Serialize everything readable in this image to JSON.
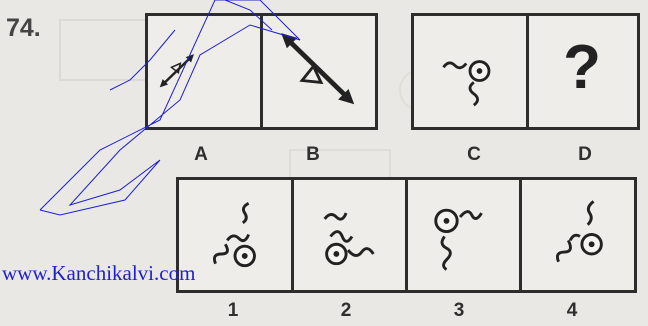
{
  "question_number": "74.",
  "question_figures": [
    {
      "label": "A",
      "description": "double-headed arrow with triangle pointing up-right"
    },
    {
      "label": "B",
      "description": "double-headed arrow with triangle pointing down-right"
    },
    {
      "label": "C",
      "description": "wavy line with circled dot"
    },
    {
      "label": "D",
      "description": "unknown figure"
    }
  ],
  "missing_figure": "?",
  "answer_options": [
    {
      "label": "1"
    },
    {
      "label": "2"
    },
    {
      "label": "3"
    },
    {
      "label": "4"
    }
  ],
  "watermark": {
    "text": "www.Kanchikalvi.com",
    "color": "#1f1fd0"
  },
  "colors": {
    "ink": "#2d2d2d",
    "paper": "#eeede9",
    "background": "#e9e8e4"
  }
}
